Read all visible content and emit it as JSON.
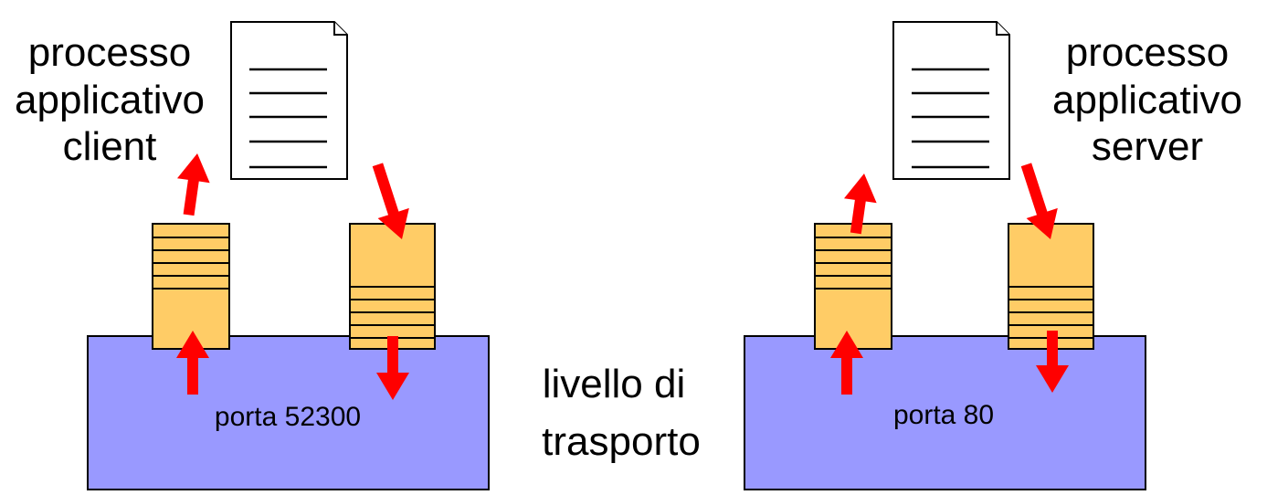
{
  "client": {
    "label_lines": [
      "processo",
      "applicativo",
      "client"
    ],
    "port_label": "porta 52300"
  },
  "server": {
    "label_lines": [
      "processo",
      "applicativo",
      "server"
    ],
    "port_label": "porta 80"
  },
  "center_label_lines": [
    "livello di",
    "trasporto"
  ],
  "colors": {
    "transport_layer": "#9999ff",
    "buffer": "#ffcc66",
    "arrow": "#ff0000"
  }
}
